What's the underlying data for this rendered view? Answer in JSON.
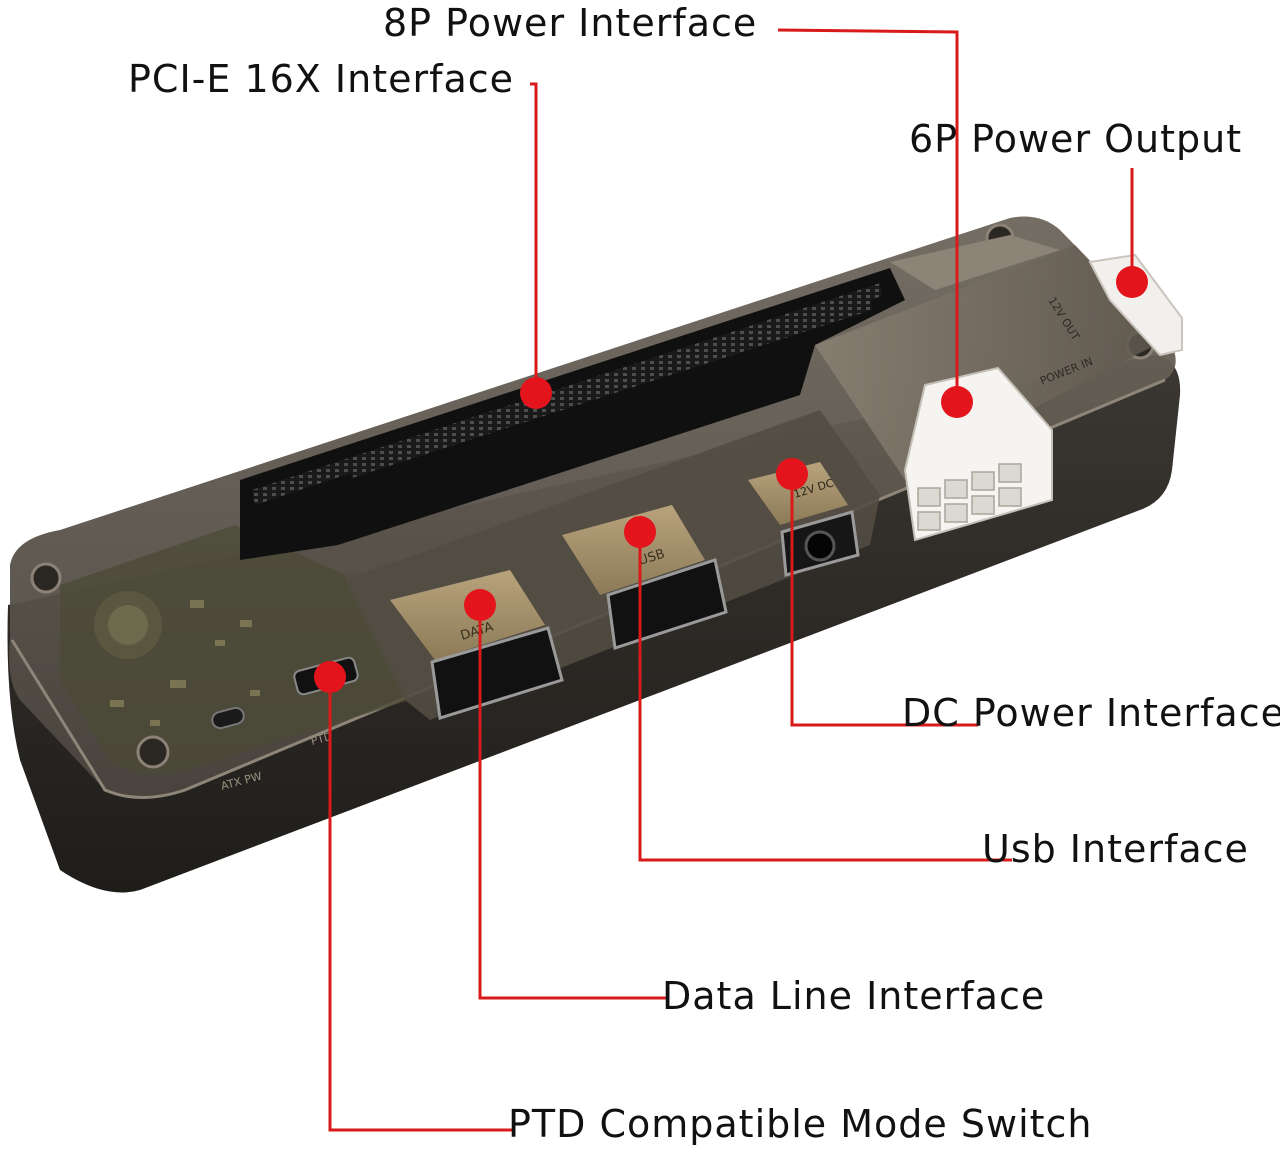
{
  "diagram": {
    "colors": {
      "leader_line": "#d91a1a",
      "marker_dot": "#e3141c",
      "label_text": "#111111",
      "case_shell": "#3a3631"
    },
    "labels": {
      "power_8p": "8P Power Interface",
      "pcie_16x": "PCI-E 16X Interface",
      "power_6p_out": "6P Power Output",
      "dc_power": "DC Power Interface",
      "usb": "Usb Interface",
      "data_line": "Data Line Interface",
      "ptd_switch": "PTD Compatible Mode Switch"
    },
    "board_markings": {
      "data_port": "DATA",
      "usb_port": "USB",
      "dc_jack": "12V DC",
      "atx_pw": "ATX PW",
      "ptd_switch": "PTD",
      "power_in": "POWER IN",
      "power_out": "12V OUT"
    }
  }
}
